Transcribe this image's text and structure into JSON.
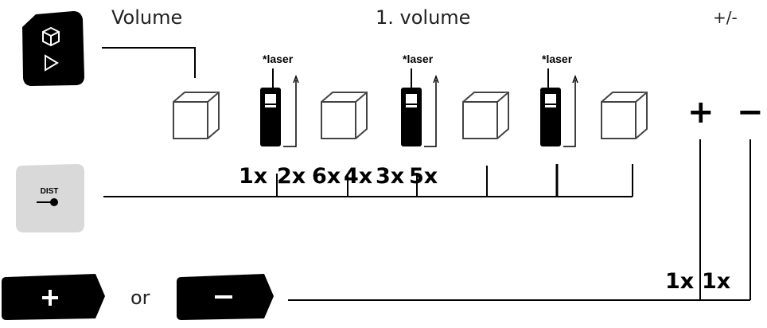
{
  "headers": {
    "volume": "Volume",
    "first_volume": "1. volume",
    "plus_minus": "+/-"
  },
  "laser_label": "laser",
  "laser_star": "*",
  "dist_button": {
    "label": "DIST"
  },
  "press_counts": [
    "1x",
    "2x",
    "6x",
    "4x",
    "3x",
    "5x"
  ],
  "plus_minus_counts": [
    "1x",
    "1x"
  ],
  "signs": {
    "plus": "+",
    "minus": "−"
  },
  "or_label": "or",
  "colors": {
    "line": "#000000",
    "button": "#000000",
    "dist_button": "#d9d9d9",
    "text": "#222222"
  }
}
